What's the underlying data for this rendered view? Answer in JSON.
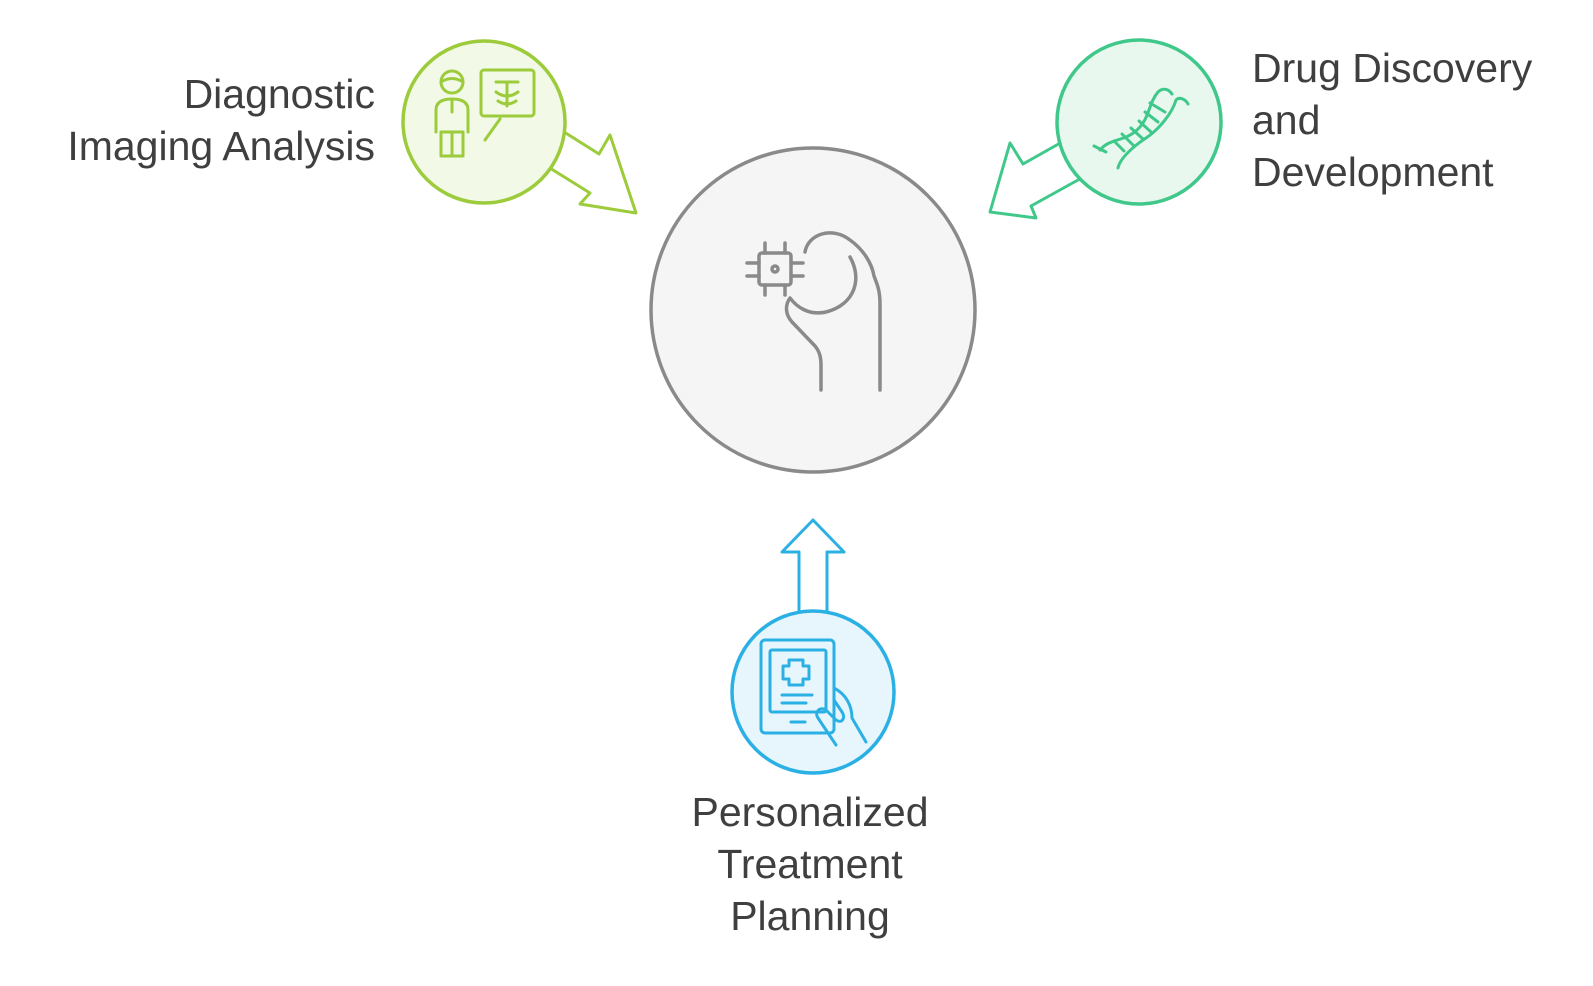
{
  "diagram": {
    "center_node": {
      "icon": "ai-chip-hand-icon",
      "fill": "#f5f5f5",
      "stroke": "#8a8a8a"
    },
    "nodes": [
      {
        "key": "diagnostic",
        "label_lines": [
          "Diagnostic",
          "Imaging Analysis"
        ],
        "icon": "doctor-xray-icon",
        "fill": "#f2f9e6",
        "stroke": "#9ccb3b"
      },
      {
        "key": "drug",
        "label_lines": [
          "Drug Discovery",
          "and",
          "Development"
        ],
        "icon": "dna-icon",
        "fill": "#e8f8ef",
        "stroke": "#3fc88a"
      },
      {
        "key": "personalized",
        "label_lines": [
          "Personalized",
          "Treatment",
          "Planning"
        ],
        "icon": "medical-tablet-icon",
        "fill": "#e6f6fc",
        "stroke": "#2bb0e4"
      }
    ]
  }
}
